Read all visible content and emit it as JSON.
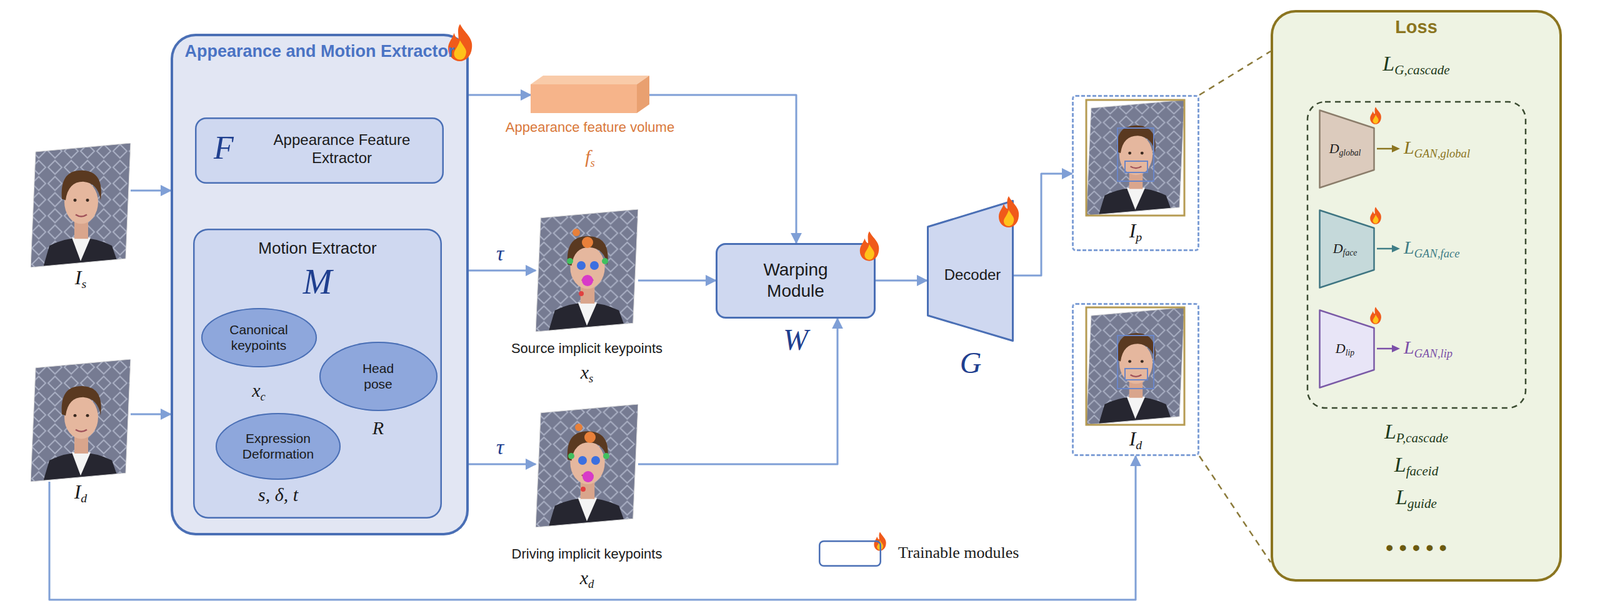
{
  "diagram": {
    "nodes": [
      {
        "text": [
          "Is"
        ]
      },
      {
        "text": [
          "Id"
        ]
      },
      {
        "text": [
          "Appearance and Motion Extractor"
        ]
      },
      {
        "text": [
          "F",
          "Appearance Feature Extractor"
        ],
        "in": 2
      },
      {
        "text": [
          "Motion Extractor",
          "M"
        ],
        "in": 2
      },
      {
        "text": [
          "Canonical keypoints",
          "xc"
        ],
        "in": 4
      },
      {
        "text": [
          "Head pose",
          "R"
        ],
        "in": 4
      },
      {
        "text": [
          "Expression Deformation",
          "s, δ, t"
        ],
        "in": 4
      },
      {
        "text": [
          "Appearance feature volume",
          "fs"
        ]
      },
      {
        "text": [
          "Source implicit keypoints",
          "xs"
        ]
      },
      {
        "text": [
          "Driving implicit keypoints",
          "xd"
        ]
      },
      {
        "text": [
          "Warping Module",
          "W"
        ]
      },
      {
        "text": [
          "Decoder",
          "G"
        ]
      },
      {
        "text": [
          "Ip"
        ]
      },
      {
        "text": [
          "Id"
        ]
      },
      {
        "text": [
          "Loss",
          "LG,cascade",
          "LP,cascade",
          "Lfaceid",
          "Lguide",
          "• • • • •"
        ]
      },
      {
        "text": [
          "Dglobal"
        ],
        "in": 15
      },
      {
        "text": [
          "Dface"
        ],
        "in": 15
      },
      {
        "text": [
          "Dlip"
        ],
        "in": 15
      }
    ],
    "edges": [
      {
        "from": 0,
        "to": 2,
        "arrow": "to"
      },
      {
        "from": 1,
        "to": 2,
        "arrow": "to"
      },
      {
        "from": 2,
        "to": 8,
        "arrow": "to"
      },
      {
        "from": 2,
        "to": 9,
        "arrow": "to",
        "label": "τ"
      },
      {
        "from": 2,
        "to": 10,
        "arrow": "to",
        "label": "τ"
      },
      {
        "from": 8,
        "to": 11,
        "arrow": "to"
      },
      {
        "from": 9,
        "to": 11,
        "arrow": "to"
      },
      {
        "from": 10,
        "to": 11,
        "arrow": "to"
      },
      {
        "from": 11,
        "to": 12,
        "arrow": "to"
      },
      {
        "from": 12,
        "to": 13,
        "arrow": "to"
      },
      {
        "from": 1,
        "to": 14,
        "arrow": "to"
      },
      {
        "from": 13,
        "to": 15,
        "arrow": "none"
      },
      {
        "from": 14,
        "to": 15,
        "arrow": "none"
      }
    ],
    "labels": [
      "LGAN,global",
      "LGAN,face",
      "LGAN,lip"
    ],
    "legend": [
      {
        "text": "Trainable modules"
      }
    ]
  }
}
